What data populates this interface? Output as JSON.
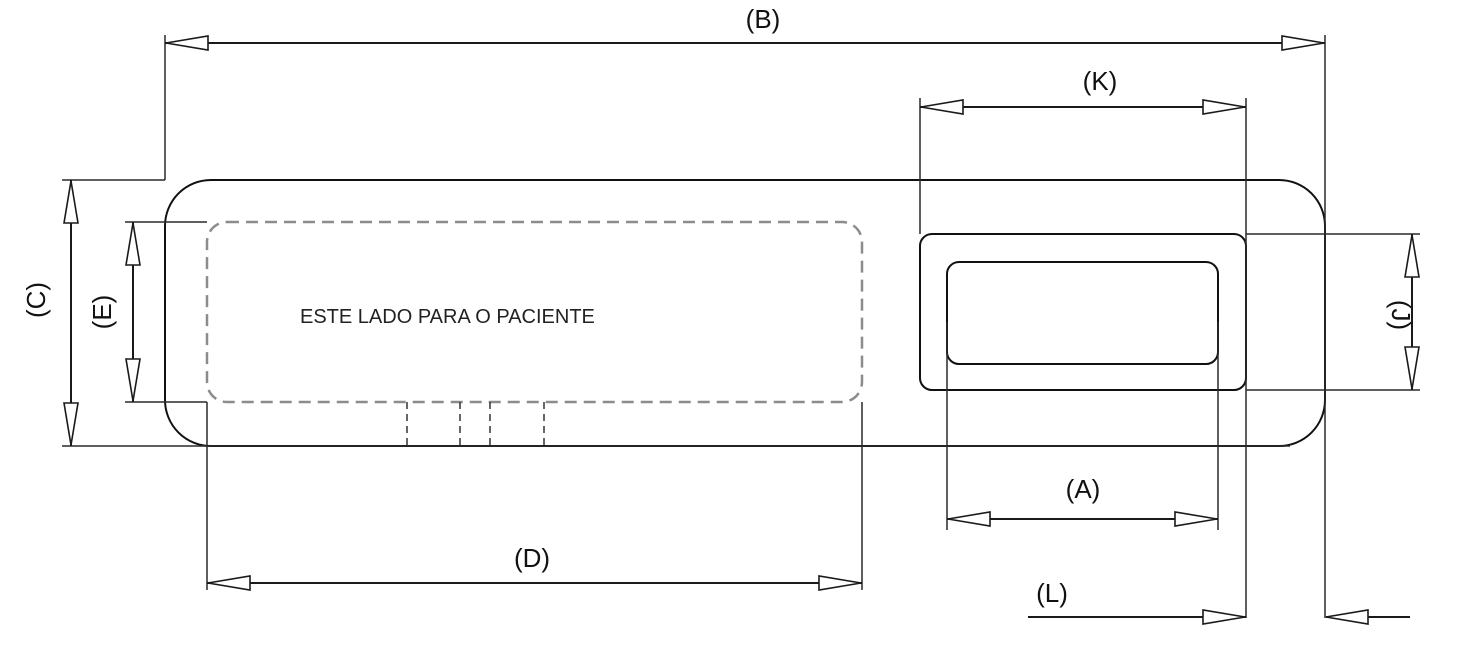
{
  "diagram": {
    "dimension_labels": {
      "A": "(A)",
      "B": "(B)",
      "C": "(C)",
      "D": "(D)",
      "E": "(E)",
      "J": "(J)",
      "K": "(K)",
      "L": "(L)"
    },
    "patient_side_text": "ESTE LADO PARA  O PACIENTE"
  }
}
